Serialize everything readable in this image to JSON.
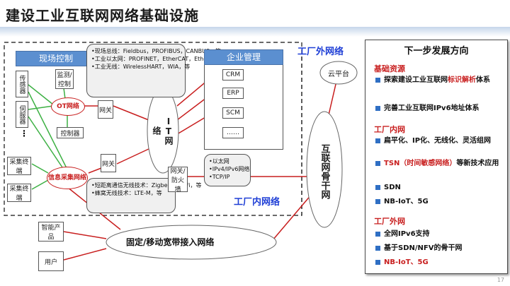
{
  "title": "建设工业互联网网络基础设施",
  "site": {
    "header": "现场控制",
    "sensor": "传感器",
    "servo": "伺服器",
    "dots": "⋮",
    "monitor": "监测/控制",
    "ot_network": "OT网络",
    "gateway1": "网关",
    "controller": "控制器",
    "gateway2": "网关",
    "collect1": "采集终端",
    "collect2": "采集终端",
    "info_network": "信息采集网络"
  },
  "bubble_top": [
    "•现场总线：Fieldbus，PROFIBUS，CANBUS，等",
    "•工业以太网：PROFINET，EtherCAT，Ethernet/IP，EPA，等",
    "•工业无线：WirelessHART，WIA，等"
  ],
  "bubble_wireless": [
    "•短距离通信无线技术：Zigbee，Wi-Fi，等",
    "•蜂窝无线技术：LTE-M，等"
  ],
  "bubble_ip": [
    "•以太网",
    "•IPv4/IPv6网络",
    "•TCP/IP"
  ],
  "it_network": "IT网络",
  "firewall": "网关/防火墙",
  "enterprise": {
    "header": "企业管理",
    "items": [
      "CRM",
      "ERP",
      "SCM",
      "……"
    ]
  },
  "outside_label": "工厂外网络",
  "inside_label": "工厂内网络",
  "cloud": "云平台",
  "backbone": "互联网骨干网",
  "smart_product": "智能产品",
  "user": "用户",
  "broadband": "固定/移动宽带接入网络",
  "right_panel": {
    "title": "下一步发展方向",
    "sec1": "基础资源",
    "sec1_items": [
      "探索建设工业互联网",
      "标识解析",
      "体系",
      "完善工业互联网IPv6地址体系"
    ],
    "sec2": "工厂内网",
    "sec2_items": [
      "扁平化、IP化、无线化、灵活组网",
      "TSN（时间敏感网络）",
      "等新技术应用",
      "SDN",
      "NB-IoT、5G"
    ],
    "sec3": "工厂外网",
    "sec3_items": [
      "全网IPv6支持",
      "基于SDN/NFV的骨干网",
      "NB-IoT、5G"
    ]
  },
  "page_number": "17"
}
